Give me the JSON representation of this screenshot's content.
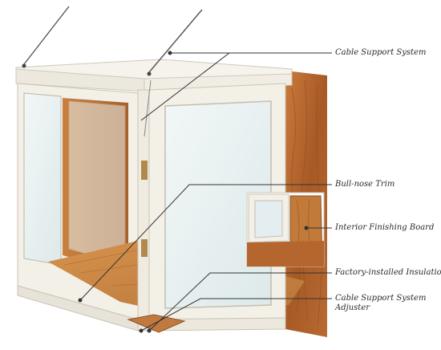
{
  "diagram": {
    "callouts": [
      {
        "id": "cable-support-system",
        "text": "Cable Support System"
      },
      {
        "id": "bull-nose-trim",
        "text": "Bull-nose Trim"
      },
      {
        "id": "interior-finishing-board",
        "text": "Interior Finishing Board"
      },
      {
        "id": "factory-installed-insulation",
        "text": "Factory-installed Insulation"
      },
      {
        "id": "cable-support-system-adjuster",
        "text": "Cable Support System\nAdjuster"
      }
    ],
    "colors": {
      "frame": "#f3f0e8",
      "wood": "#b5652e",
      "glass": "#e4eef0",
      "leader": "#333333"
    }
  }
}
